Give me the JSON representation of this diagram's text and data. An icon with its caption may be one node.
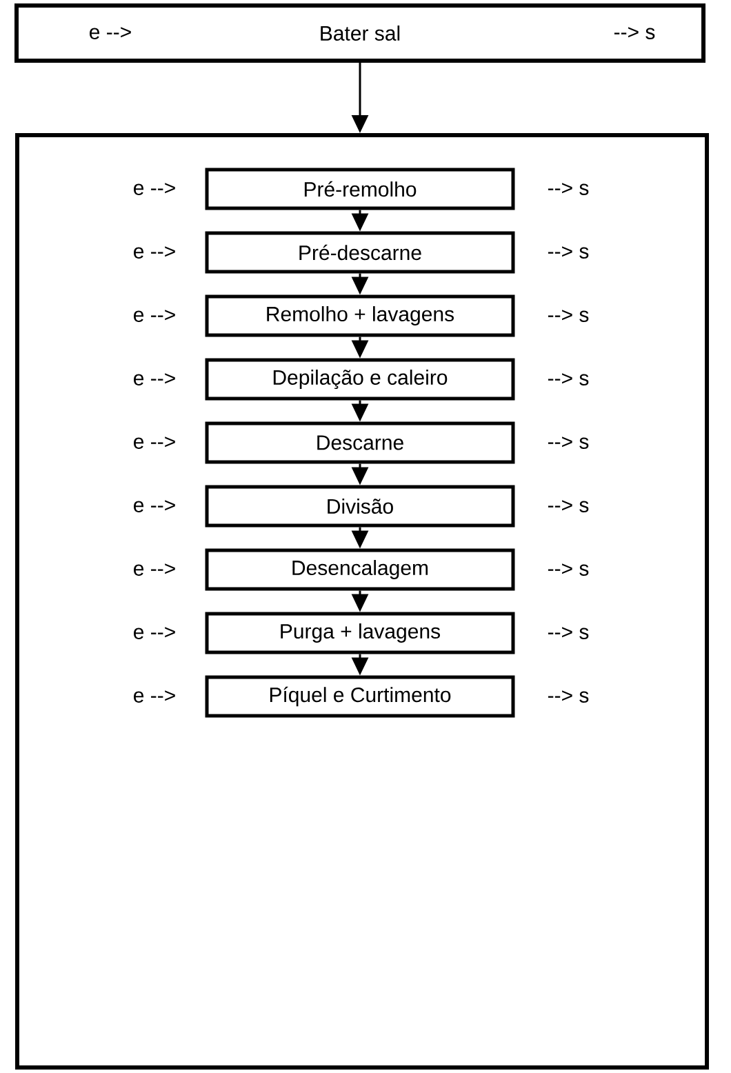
{
  "diagram": {
    "nodes": [
      {
        "text": [
          "e -->",
          "Bater sal",
          "--> s"
        ]
      },
      {
        "text": [],
        "shape": "box"
      },
      {
        "text": [
          "Pré-remolho"
        ],
        "in": 1,
        "beside": [
          "e -->",
          "--> s"
        ]
      },
      {
        "text": [
          "Pré-descarne"
        ],
        "in": 1,
        "beside": [
          "e -->",
          "--> s"
        ]
      },
      {
        "text": [
          "Remolho + lavagens"
        ],
        "in": 1,
        "beside": [
          "e -->",
          "--> s"
        ]
      },
      {
        "text": [
          "Depilação e caleiro"
        ],
        "in": 1,
        "beside": [
          "e -->",
          "--> s"
        ]
      },
      {
        "text": [
          "Descarne"
        ],
        "in": 1,
        "beside": [
          "e -->",
          "--> s"
        ]
      },
      {
        "text": [
          "Divisão"
        ],
        "in": 1,
        "beside": [
          "e -->",
          "--> s"
        ]
      },
      {
        "text": [
          "Desencalagem"
        ],
        "in": 1,
        "beside": [
          "e -->",
          "--> s"
        ]
      },
      {
        "text": [
          "Purga + lavagens"
        ],
        "in": 1,
        "beside": [
          "e -->",
          "--> s"
        ]
      },
      {
        "text": [
          "Píquel e Curtimento"
        ],
        "in": 1,
        "beside": [
          "e -->",
          "--> s"
        ]
      }
    ],
    "edges": [
      {
        "from": 0,
        "to": 1,
        "arrow": "to"
      },
      {
        "from": 2,
        "to": 3,
        "arrow": "to"
      },
      {
        "from": 3,
        "to": 4,
        "arrow": "to"
      },
      {
        "from": 4,
        "to": 5,
        "arrow": "to"
      },
      {
        "from": 5,
        "to": 6,
        "arrow": "to"
      },
      {
        "from": 6,
        "to": 7,
        "arrow": "to"
      },
      {
        "from": 7,
        "to": 8,
        "arrow": "to"
      },
      {
        "from": 8,
        "to": 9,
        "arrow": "to"
      },
      {
        "from": 9,
        "to": 10,
        "arrow": "to"
      }
    ]
  }
}
